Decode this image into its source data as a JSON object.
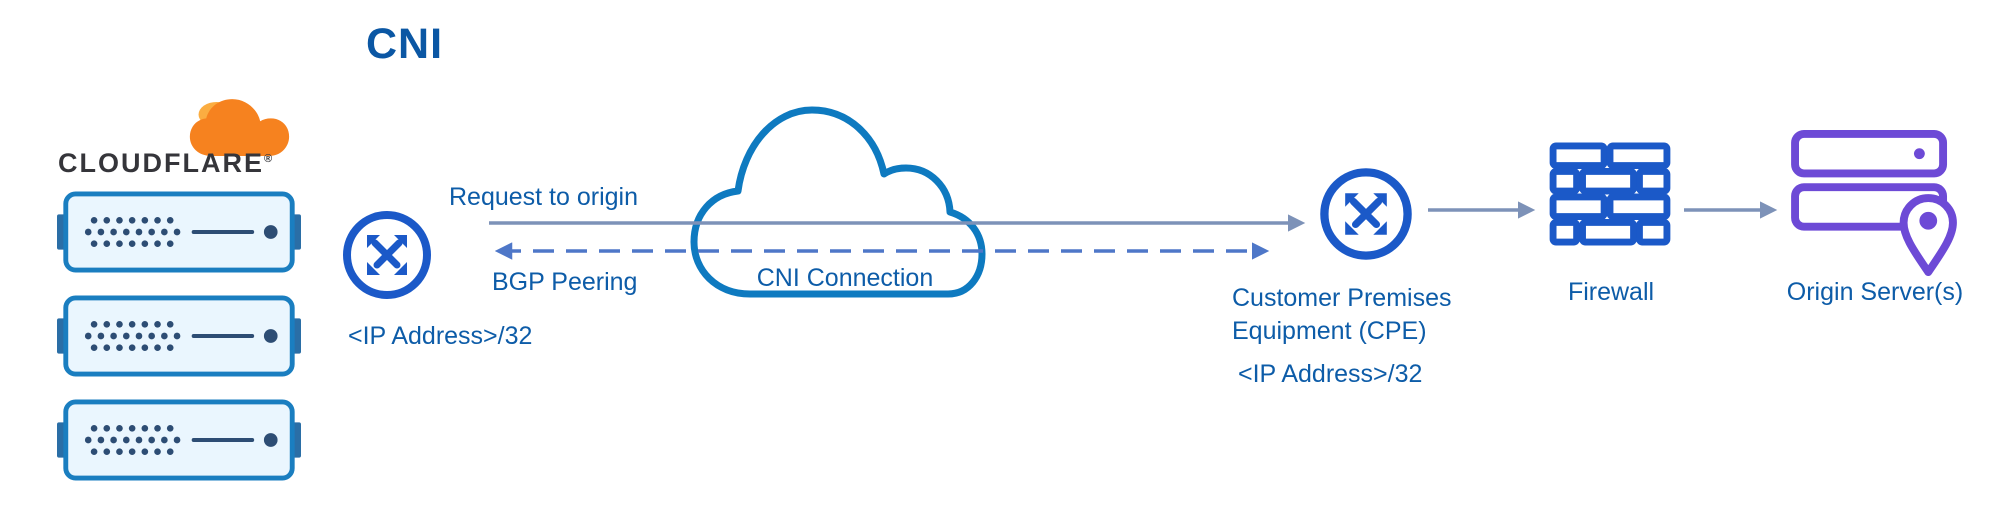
{
  "title": "CNI",
  "logo": {
    "wordmark": "CLOUDFLARE",
    "registered": "®"
  },
  "connection": {
    "request_label": "Request to origin",
    "bgp_label": "BGP Peering",
    "edge_ip": "<IP Address>/32",
    "cloud_label": "CNI Connection"
  },
  "cpe": {
    "name_line1": "Customer Premises",
    "name_line2": "Equipment (CPE)",
    "ip": "<IP Address>/32"
  },
  "firewall": {
    "label": "Firewall"
  },
  "origin": {
    "label": "Origin Server(s)"
  },
  "icons": {
    "cloudflare_cloud": "cloudflare-cloud-icon",
    "edge_server": "edge-server-icon",
    "router": "interconnect-router-icon",
    "cni_cloud": "cni-cloud-icon",
    "firewall": "firewall-brick-icon",
    "origin_server": "origin-server-icon",
    "location_pin": "location-pin-icon"
  },
  "colors": {
    "label_blue": "#0d5ca8",
    "icon_blue": "#1b59c8",
    "cloud_outline": "#0e7ac0",
    "arrow_solid": "#7d92b8",
    "arrow_dashed": "#4e77c8",
    "cloudflare_orange": "#f6821f",
    "cloudflare_orange_light": "#fbad41",
    "origin_purple": "#6d4ad6",
    "server_fill": "#eaf6fe",
    "server_stroke": "#1a7ec0",
    "server_detail": "#2d4d74"
  }
}
